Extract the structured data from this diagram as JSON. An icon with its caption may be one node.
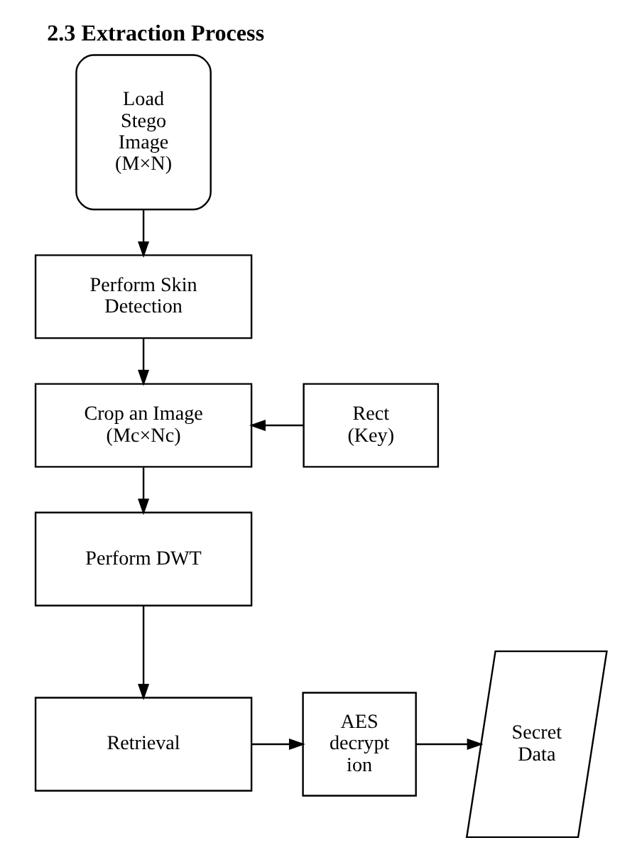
{
  "diagram": {
    "title": "2.3 Extraction Process",
    "nodes": [
      {
        "text": [
          "Load Stego Image (M×N)"
        ]
      },
      {
        "text": [
          "Perform Skin Detection"
        ]
      },
      {
        "text": [
          "Crop an Image (Mc×Nc)"
        ]
      },
      {
        "text": [
          "Rect (Key)"
        ]
      },
      {
        "text": [
          "Perform DWT"
        ]
      },
      {
        "text": [
          "Retrieval"
        ]
      },
      {
        "text": [
          "AES decrypt ion"
        ]
      },
      {
        "text": [
          "Secret Data"
        ]
      }
    ],
    "edges": [
      {
        "from": 0,
        "to": 1,
        "arrow": "to"
      },
      {
        "from": 1,
        "to": 2,
        "arrow": "to"
      },
      {
        "from": 3,
        "to": 2,
        "arrow": "to"
      },
      {
        "from": 2,
        "to": 4,
        "arrow": "to"
      },
      {
        "from": 4,
        "to": 5,
        "arrow": "to"
      },
      {
        "from": 5,
        "to": 6,
        "arrow": "to"
      },
      {
        "from": 6,
        "to": 7,
        "arrow": "to"
      }
    ]
  }
}
